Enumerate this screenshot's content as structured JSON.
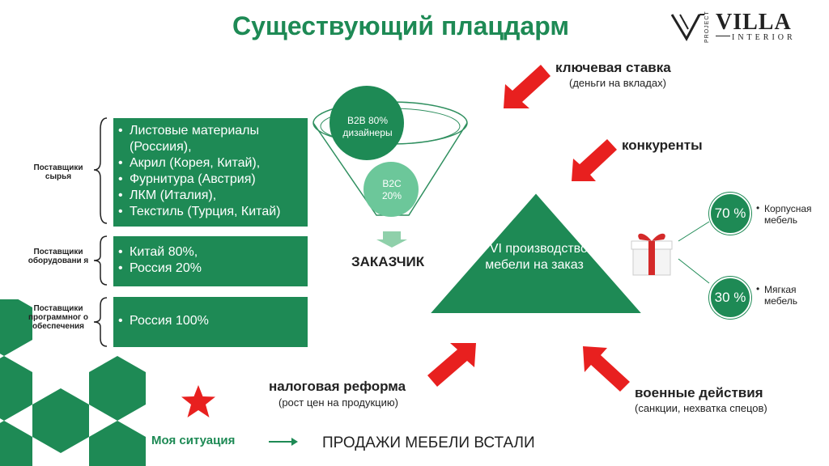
{
  "title": "Существующий плацдарм",
  "logo": {
    "project": "PROJECT",
    "villa": "VILLA",
    "interior": "INTERIOR"
  },
  "suppliers": [
    {
      "label": "Поставщики сырья",
      "items": [
        "Листовые материалы (Россиия),",
        "Акрил (Корея, Китай),",
        "Фурнитура (Австрия)",
        "ЛКМ (Италия),",
        "Текстиль (Турция, Китай)"
      ]
    },
    {
      "label": "Поставщики оборудовани я",
      "items": [
        "Китай 80%,",
        "Россия 20%"
      ]
    },
    {
      "label": "Поставщики программног о обеспечения",
      "items": [
        "Россия 100%"
      ]
    }
  ],
  "funnel": {
    "b2b": "B2B 80% дизайнеры",
    "b2c": "B2C 20%",
    "customer": "ЗАКАЗЧИК"
  },
  "center": {
    "text": "PVI производство мебели на заказ"
  },
  "segments": [
    {
      "percent": "70 %",
      "label": "Корпусная мебель"
    },
    {
      "percent": "30 %",
      "label": "Мягкая мебель"
    }
  ],
  "factors": {
    "key_rate": {
      "title": "ключевая ставка",
      "subtitle": "(деньги на вкладах)"
    },
    "competitors": {
      "title": "конкуренты"
    },
    "tax": {
      "title": "налоговая реформа",
      "subtitle": "(рост цен на продукцию)"
    },
    "war": {
      "title": "военные действия",
      "subtitle": "(санкции, нехватка спецов)"
    }
  },
  "situation": {
    "label": "Моя ситуация",
    "result": "ПРОДАЖИ МЕБЕЛИ ВСТАЛИ"
  },
  "colors": {
    "green": "#1e8a55",
    "light_green": "#6cc79a",
    "red": "#e8201f"
  }
}
